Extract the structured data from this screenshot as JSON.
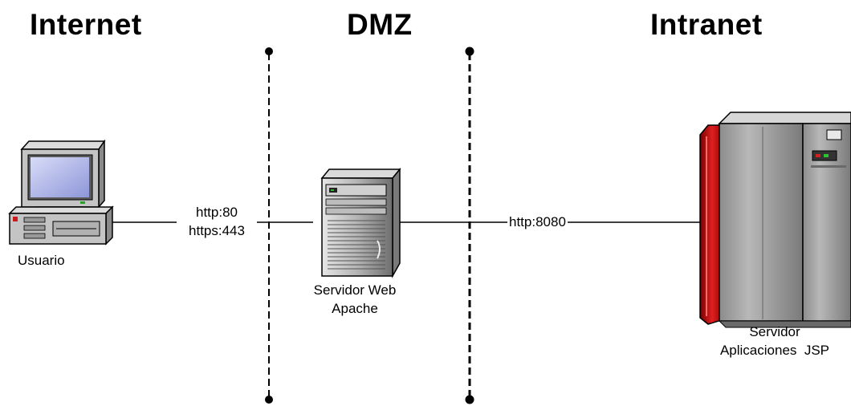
{
  "zones": {
    "internet": "Internet",
    "dmz": "DMZ",
    "intranet": "Intranet"
  },
  "nodes": {
    "user": {
      "label": "Usuario",
      "icon": "desktop-computer-icon"
    },
    "web_server": {
      "label_line1": "Servidor Web",
      "label_line2": "Apache",
      "icon": "tower-server-icon"
    },
    "app_server": {
      "label_line1": "Servidor",
      "label_line2": "Aplicaciones  JSP",
      "icon": "mainframe-server-icon"
    }
  },
  "links": {
    "user_to_web": {
      "line1": "http:80",
      "line2": "https:443"
    },
    "web_to_app": {
      "label": "http:8080"
    }
  },
  "colors": {
    "firewall_line": "#000000",
    "mainframe_red": "#c81818",
    "server_gray": "#a8a8a8"
  }
}
